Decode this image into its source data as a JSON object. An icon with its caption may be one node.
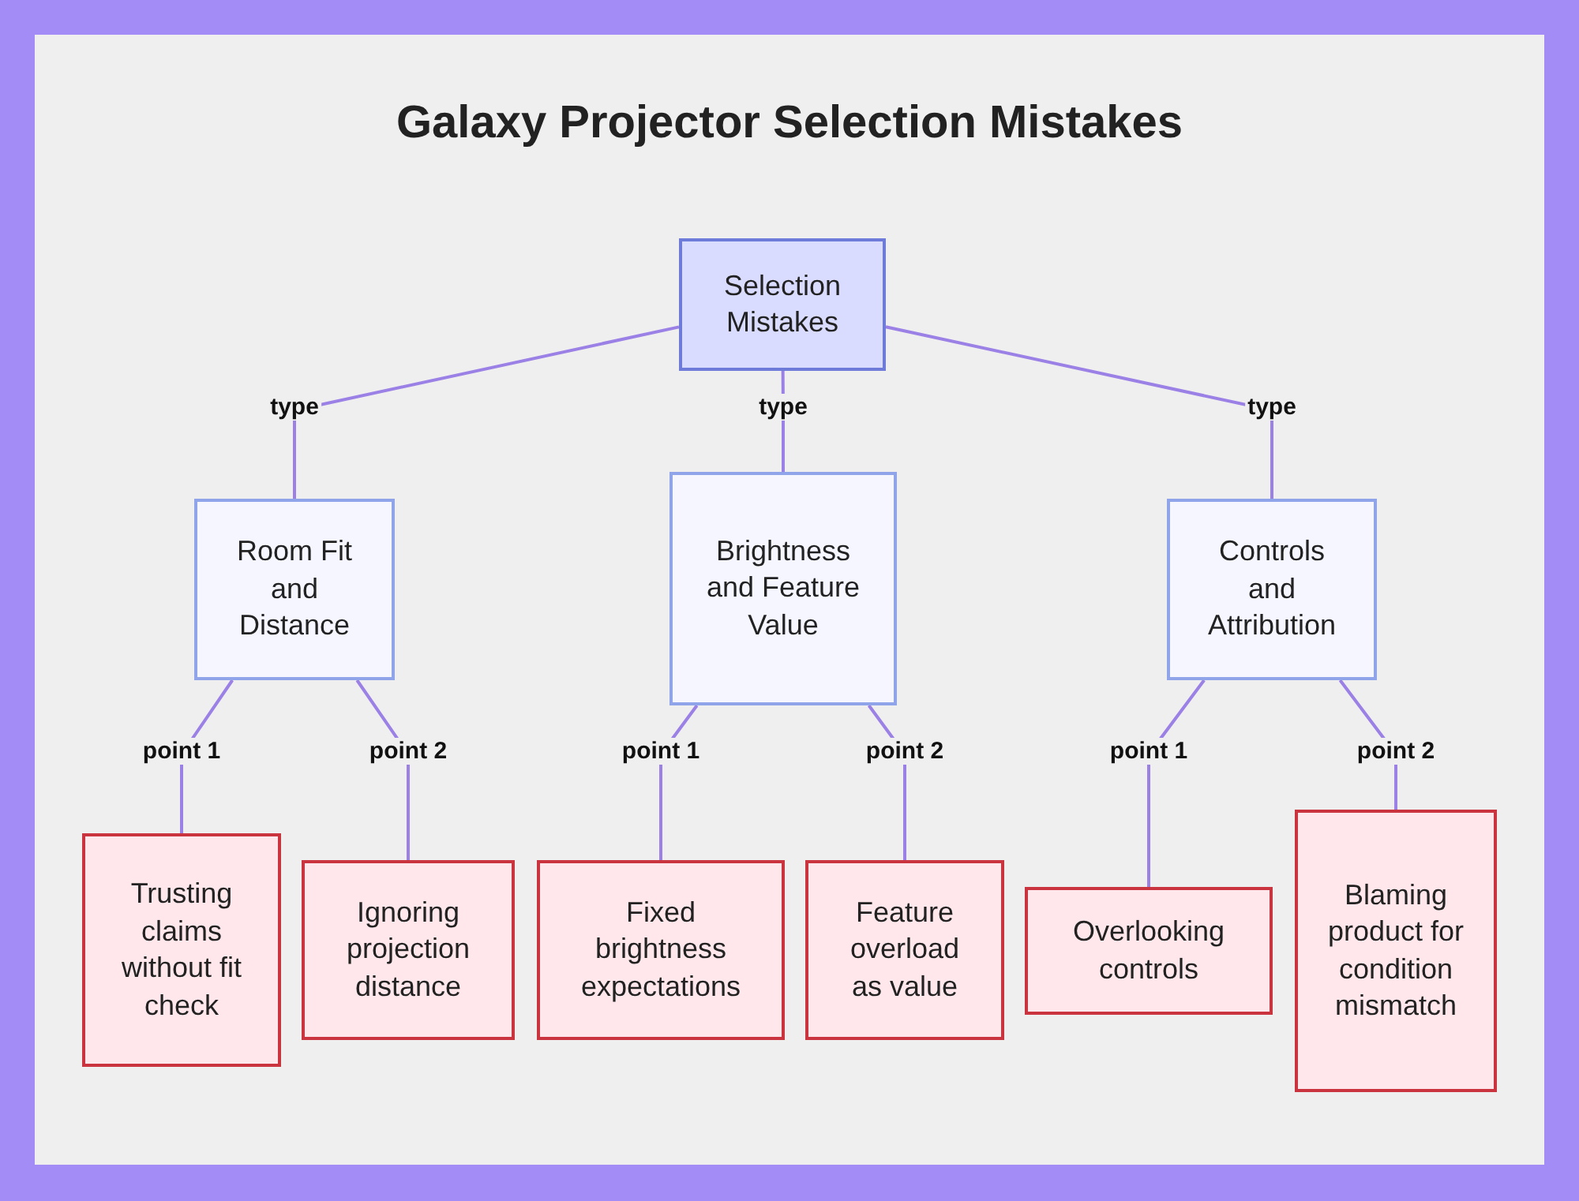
{
  "diagram": {
    "title": "Galaxy Projector Selection Mistakes",
    "nodes": [
      {
        "text": [
          "Selection Mistakes"
        ]
      },
      {
        "text": [
          "Room Fit and Distance"
        ]
      },
      {
        "text": [
          "Brightness and Feature Value"
        ]
      },
      {
        "text": [
          "Controls and Attribution"
        ]
      },
      {
        "text": [
          "Trusting claims without fit check"
        ]
      },
      {
        "text": [
          "Ignoring projection distance"
        ]
      },
      {
        "text": [
          "Fixed brightness expectations"
        ]
      },
      {
        "text": [
          "Feature overload as value"
        ]
      },
      {
        "text": [
          "Overlooking controls"
        ]
      },
      {
        "text": [
          "Blaming product for condition mismatch"
        ]
      }
    ],
    "edges": [
      {
        "from": 0,
        "to": 1,
        "arrow": "none",
        "label": "type"
      },
      {
        "from": 0,
        "to": 2,
        "arrow": "none",
        "label": "type"
      },
      {
        "from": 0,
        "to": 3,
        "arrow": "none",
        "label": "type"
      },
      {
        "from": 1,
        "to": 4,
        "arrow": "none",
        "label": "point 1"
      },
      {
        "from": 1,
        "to": 5,
        "arrow": "none",
        "label": "point 2"
      },
      {
        "from": 2,
        "to": 6,
        "arrow": "none",
        "label": "point 1"
      },
      {
        "from": 2,
        "to": 7,
        "arrow": "none",
        "label": "point 2"
      },
      {
        "from": 3,
        "to": 8,
        "arrow": "none",
        "label": "point 1"
      },
      {
        "from": 3,
        "to": 9,
        "arrow": "none",
        "label": "point 2"
      }
    ]
  }
}
